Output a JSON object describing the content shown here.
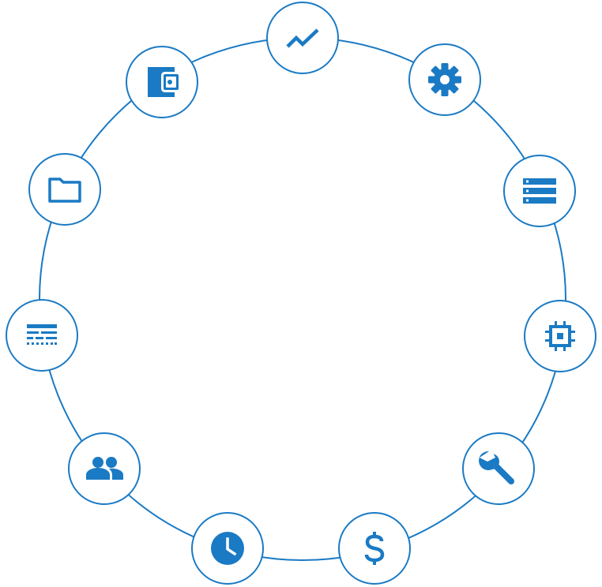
{
  "diagram": {
    "color": "#1a7ac4",
    "background": "#ffffff",
    "nodes": [
      {
        "id": "trending",
        "icon": "trending-up-icon"
      },
      {
        "id": "settings",
        "icon": "gear-icon"
      },
      {
        "id": "storage",
        "icon": "storage-stack-icon"
      },
      {
        "id": "chip",
        "icon": "chip-icon"
      },
      {
        "id": "tools",
        "icon": "wrench-icon"
      },
      {
        "id": "money",
        "icon": "dollar-icon"
      },
      {
        "id": "time",
        "icon": "clock-icon"
      },
      {
        "id": "users",
        "icon": "people-icon"
      },
      {
        "id": "table",
        "icon": "table-layout-icon"
      },
      {
        "id": "folder",
        "icon": "folder-icon"
      },
      {
        "id": "wallet",
        "icon": "wallet-icon"
      }
    ]
  }
}
